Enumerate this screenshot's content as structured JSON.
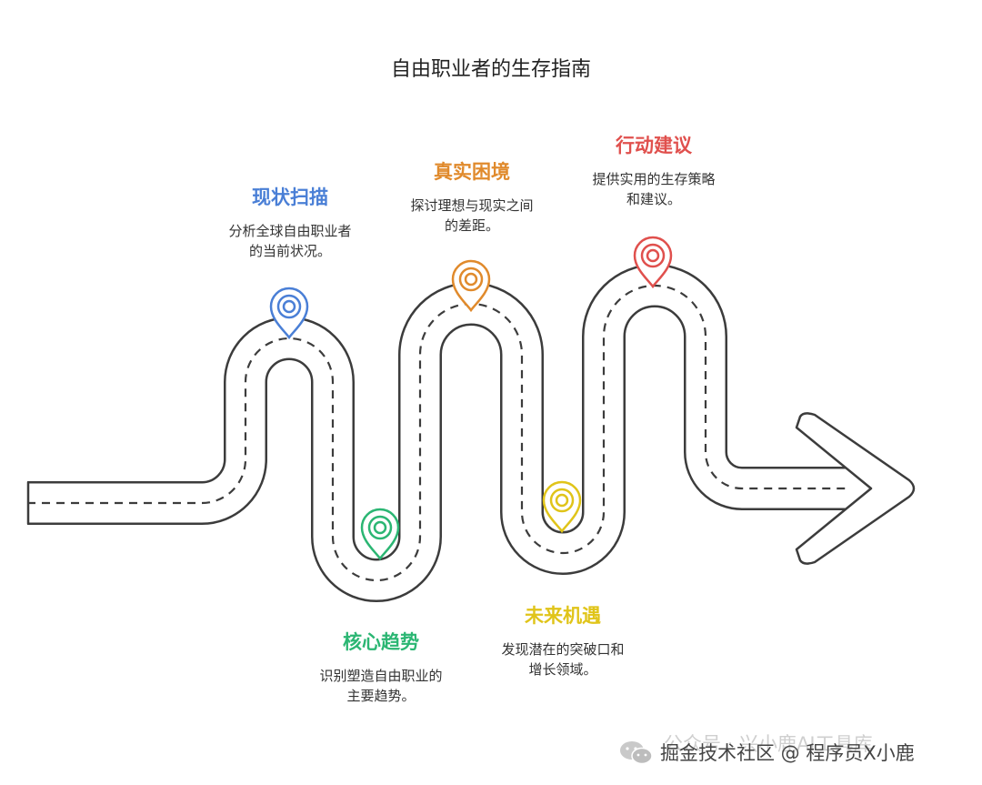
{
  "title": "自由职业者的生存指南",
  "steps": [
    {
      "head": "现状扫描",
      "desc": "分析全球自由职业者\n的当前状况。",
      "color": "#4a7fd6"
    },
    {
      "head": "核心趋势",
      "desc": "识别塑造自由职业的\n主要趋势。",
      "color": "#2bb673"
    },
    {
      "head": "真实困境",
      "desc": "探讨理想与现实之间\n的差距。",
      "color": "#e08a2c"
    },
    {
      "head": "未来机遇",
      "desc": "发现潜在的突破口和\n增长领域。",
      "color": "#e0c419"
    },
    {
      "head": "行动建议",
      "desc": "提供实用的生存策略\n和建议。",
      "color": "#e0504d"
    }
  ],
  "watermark": {
    "faint": "公众号 · 兴小鹿AI工具库",
    "main": "掘金技术社区 @ 程序员X小鹿",
    "icon": "wechat-icon"
  }
}
